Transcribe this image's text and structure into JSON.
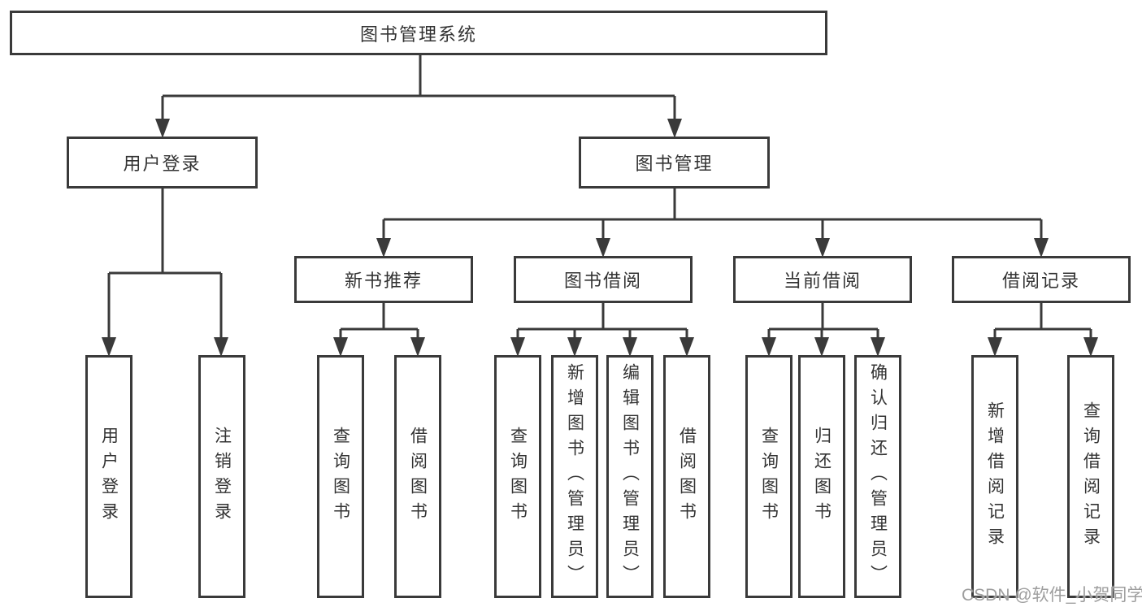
{
  "diagram": {
    "type": "hierarchy-tree",
    "title": "图书管理系统",
    "branches": [
      {
        "label": "用户登录",
        "leaves": [
          "用户登录",
          "注销登录"
        ]
      },
      {
        "label": "图书管理",
        "children": [
          {
            "label": "新书推荐",
            "leaves": [
              "查询图书",
              "借阅图书"
            ]
          },
          {
            "label": "图书借阅",
            "leaves": [
              "查询图书",
              "新增图书（管理员）",
              "编辑图书（管理员）",
              "借阅图书"
            ]
          },
          {
            "label": "当前借阅",
            "leaves": [
              "查询图书",
              "归还图书",
              "确认归还（管理员）"
            ]
          },
          {
            "label": "借阅记录",
            "leaves": [
              "新增借阅记录",
              "查询借阅记录"
            ]
          }
        ]
      }
    ]
  },
  "watermark": {
    "text": "CSDN @软件_小贺同学"
  },
  "colors": {
    "line": "#3a3a3a",
    "text": "#333333",
    "watermark": "#9e9e9e",
    "background": "#ffffff"
  }
}
